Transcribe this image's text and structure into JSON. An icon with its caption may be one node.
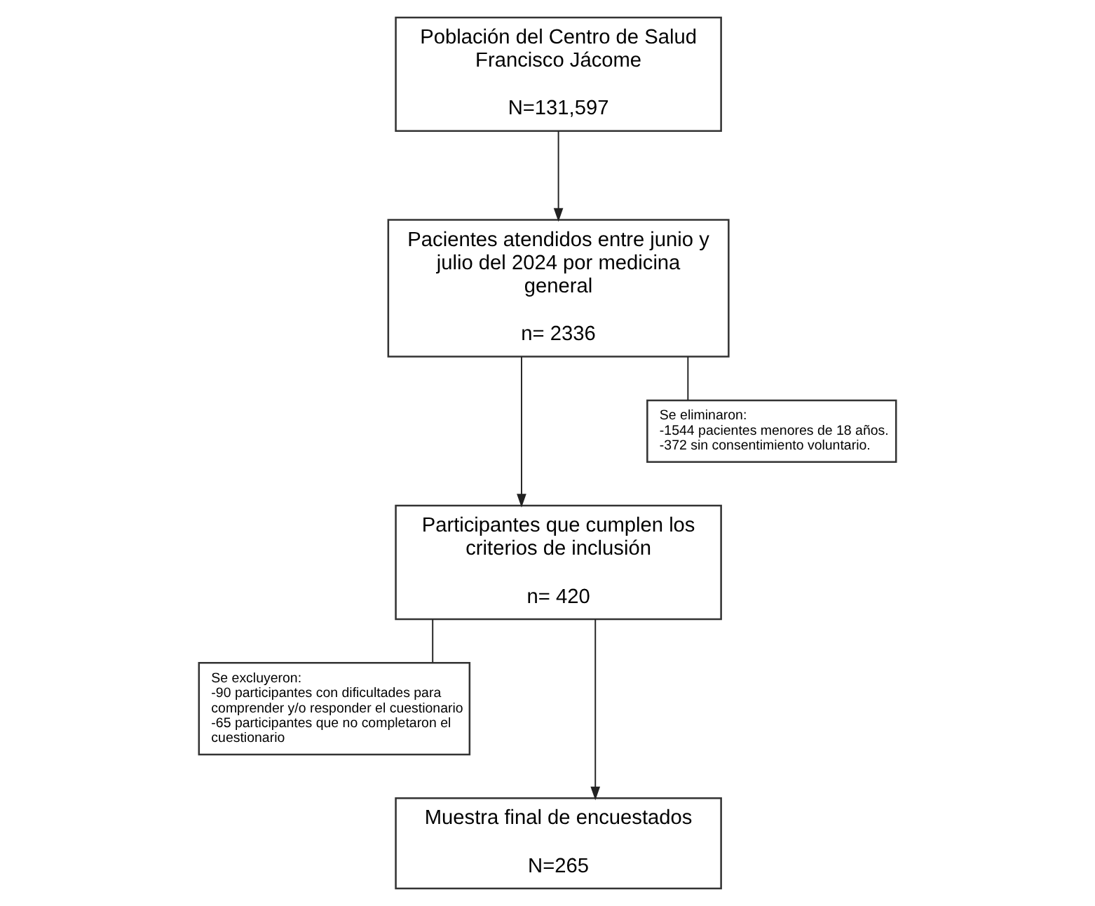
{
  "diagram": {
    "nodes": [
      {
        "text": [
          "Población del Centro de Salud Francisco Jácome",
          "N=131,597"
        ]
      },
      {
        "text": [
          "Pacientes atendidos entre junio y julio del 2024 por medicina general",
          "n= 2336"
        ]
      },
      {
        "text": [
          "Participantes que cumplen los criterios de inclusión",
          "n= 420"
        ]
      },
      {
        "text": [
          "Se eliminaron:",
          "-1544 pacientes menores de 18 años.",
          "-372 sin consentimiento voluntario."
        ]
      },
      {
        "text": [
          "Se excluyeron:",
          "-90 participantes con dificultades para comprender y/o responder el cuestionario",
          "-65 participantes que no completaron el cuestionario"
        ]
      },
      {
        "text": [
          "Muestra final de encuestados",
          "N=265"
        ]
      }
    ],
    "edges": [
      {
        "from": 0,
        "to": 1,
        "arrow": "to"
      },
      {
        "from": 1,
        "to": 2,
        "arrow": "to"
      },
      {
        "from": 1,
        "to": 3,
        "arrow": "none"
      },
      {
        "from": 2,
        "to": 5,
        "arrow": "to"
      },
      {
        "from": 2,
        "to": 4,
        "arrow": "none"
      }
    ]
  }
}
